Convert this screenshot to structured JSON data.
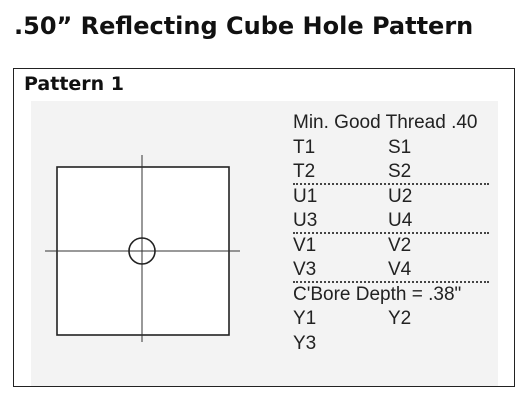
{
  "title": ".50” Reflecting Cube Hole Pattern",
  "pattern": {
    "label": "Pattern 1",
    "min_thread": "Min. Good Thread .40",
    "rows_group1": [
      {
        "a": "T1",
        "b": "S1"
      },
      {
        "a": "T2",
        "b": "S2"
      }
    ],
    "rows_group2": [
      {
        "a": "U1",
        "b": "U2"
      },
      {
        "a": "U3",
        "b": "U4"
      }
    ],
    "rows_group3": [
      {
        "a": "V1",
        "b": "V2"
      },
      {
        "a": "V3",
        "b": "V4"
      }
    ],
    "cbore_depth": "C'Bore Depth = .38\"",
    "rows_group4": [
      {
        "a": "Y1",
        "b": "Y2"
      },
      {
        "a": "Y3",
        "b": ""
      }
    ]
  }
}
